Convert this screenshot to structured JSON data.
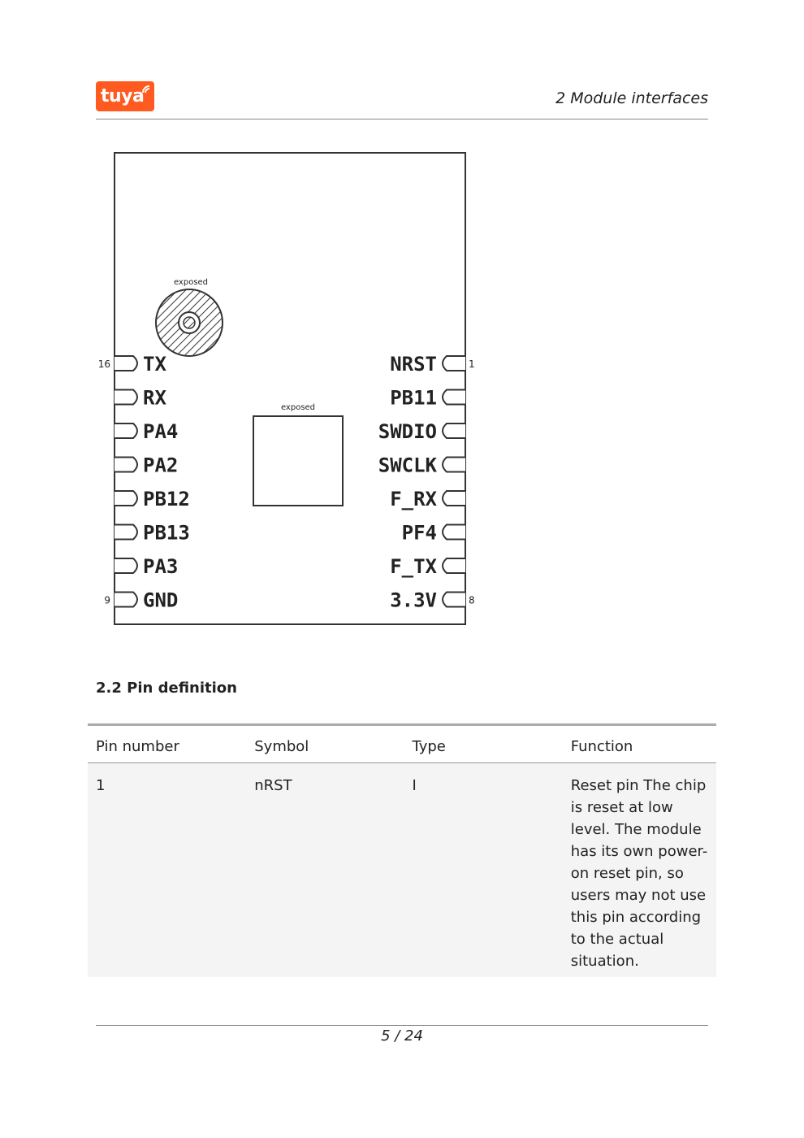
{
  "header": {
    "logo_text": "tuya",
    "chapter": "2  Module interfaces"
  },
  "figure": {
    "exposed_label_antenna": "exposed",
    "exposed_label_pad": "exposed",
    "left_pins": [
      "TX",
      "RX",
      "PA4",
      "PA2",
      "PB12",
      "PB13",
      "PA3",
      "GND"
    ],
    "right_pins": [
      "NRST",
      "PB11",
      "SWDIO",
      "SWCLK",
      "F_RX",
      "PF4",
      "F_TX",
      "3.3V"
    ],
    "left_top_number": "16",
    "left_bottom_number": "9",
    "right_top_number": "1",
    "right_bottom_number": "8"
  },
  "section": {
    "title": "2.2  Pin definition"
  },
  "table": {
    "headers": [
      "Pin number",
      "Symbol",
      "Type",
      "Function"
    ],
    "rows": [
      {
        "pin": "1",
        "symbol": "nRST",
        "type": "I",
        "function": "Reset pin The chip is reset at low level. The module has its own power-on reset pin, so users may not use this pin according to the actual situation."
      }
    ]
  },
  "footer": {
    "page": "5 / 24"
  }
}
